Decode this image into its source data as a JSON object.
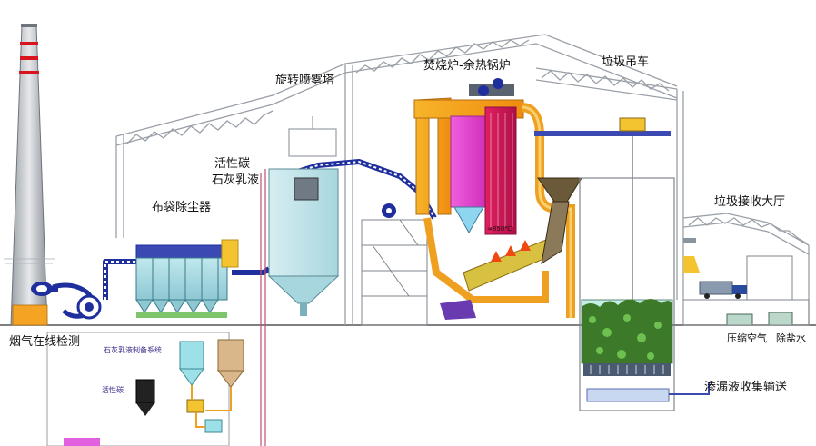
{
  "labels": {
    "spray_tower": "旋转喷雾塔",
    "incinerator_boiler": "焚烧炉-余热锅炉",
    "garbage_crane": "垃圾吊车",
    "activated_carbon_top": "活性碳",
    "lime_slurry_top": "石灰乳液",
    "bag_filter": "布袋除尘器",
    "garbage_hall": "垃圾接收大厅",
    "flue_gas_monitor": "烟气在线检测",
    "lime_prep_system": "石灰乳液制备系统",
    "activated_carbon_small": "活性碳",
    "compressed_air": "压缩空气",
    "demineralized_water": "除盐水",
    "leachate_transfer": "渗漏液收集输送",
    "furnace_temp": "≈850℃"
  },
  "colors": {
    "flue_duct": "#1f2f9e",
    "boiler_orange": "#f0a020",
    "boiler_pink": "#e040c8",
    "boiler_red": "#d0185a",
    "steel_frame": "#9aa0a8",
    "garbage_green": "#3c7a2a"
  }
}
